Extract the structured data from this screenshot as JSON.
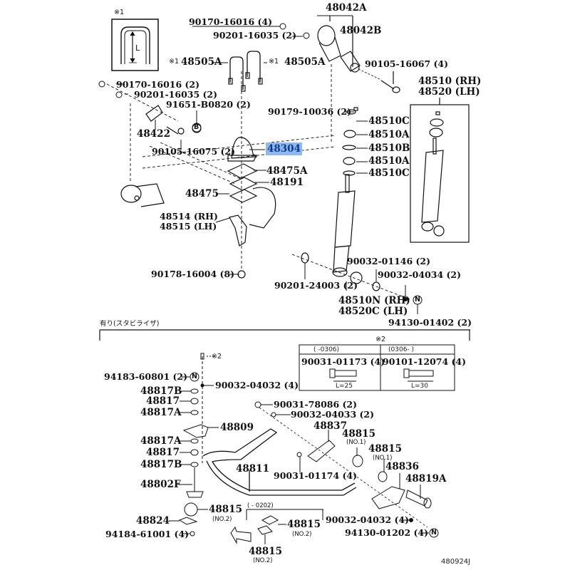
{
  "diagram": {
    "title": "Rear Spring & Shock Absorber / Stabilizer Parts Diagram",
    "diagram_code": "480924J",
    "highlighted_part": "48304",
    "highlight_color": "#8fb8f0",
    "notes": {
      "note1_mark": "※1",
      "note1_dimension": "L",
      "note2_mark": "※2",
      "stabilizer_section_title": "有り(スタビライザ)",
      "date_range_0202": "(      - 0202)"
    },
    "note2_table": {
      "columns": [
        {
          "header": "(      -0306)",
          "part": "90031-01173 (4)",
          "length": "L=25"
        },
        {
          "header": "(0306-      )",
          "part": "90101-12074 (4)",
          "length": "L=30"
        }
      ]
    },
    "upper_parts": [
      {
        "id": "48042A",
        "label": "48042A"
      },
      {
        "id": "48042B",
        "label": "48042B"
      },
      {
        "id": "90170-16016-4",
        "label": "90170-16016 (4)"
      },
      {
        "id": "90201-16035-2a",
        "label": "90201-16035 (2)"
      },
      {
        "id": "48505A-1",
        "label": "48505A",
        "prefix": "※1"
      },
      {
        "id": "48505A-2",
        "label": "48505A",
        "prefix": "※1"
      },
      {
        "id": "90105-16067",
        "label": "90105-16067 (4)"
      },
      {
        "id": "90170-16016-2",
        "label": "90170-16016 (2)"
      },
      {
        "id": "90201-16035-2b",
        "label": "90201-16035 (2)"
      },
      {
        "id": "91651-B0820",
        "label": "91651-B0820 (2)",
        "callout": "B"
      },
      {
        "id": "48422",
        "label": "48422"
      },
      {
        "id": "90105-16075",
        "label": "90105-16075 (2)"
      },
      {
        "id": "48304",
        "label": "48304"
      },
      {
        "id": "48475A",
        "label": "48475A"
      },
      {
        "id": "48191",
        "label": "48191"
      },
      {
        "id": "48475",
        "label": "48475"
      },
      {
        "id": "48514",
        "label": "48514 (RH)"
      },
      {
        "id": "48515",
        "label": "48515 (LH)"
      },
      {
        "id": "90178-16004",
        "label": "90178-16004 (8)"
      },
      {
        "id": "90179-10036",
        "label": "90179-10036 (2)"
      },
      {
        "id": "48510C-1",
        "label": "48510C"
      },
      {
        "id": "48510A-1",
        "label": "48510A"
      },
      {
        "id": "48510B",
        "label": "48510B"
      },
      {
        "id": "48510A-2",
        "label": "48510A"
      },
      {
        "id": "48510C-2",
        "label": "48510C"
      },
      {
        "id": "48510RH",
        "label": "48510 (RH)"
      },
      {
        "id": "48520LH",
        "label": "48520 (LH)"
      },
      {
        "id": "90201-24003",
        "label": "90201-24003 (2)"
      },
      {
        "id": "90032-01146",
        "label": "90032-01146 (2)"
      },
      {
        "id": "90032-04034",
        "label": "90032-04034 (2)"
      },
      {
        "id": "48510N",
        "label": "48510N (RH)"
      },
      {
        "id": "48520C",
        "label": "48520C (LH)"
      },
      {
        "id": "94130-01402",
        "label": "94130-01402 (2)",
        "callout": "N"
      }
    ],
    "stabilizer_parts": [
      {
        "id": "94183-60801",
        "label": "94183-60801 (2)",
        "callout": "N"
      },
      {
        "id": "90032-04032-a",
        "label": "90032-04032 (4)"
      },
      {
        "id": "48817B-1",
        "label": "48817B"
      },
      {
        "id": "48817-1",
        "label": "48817"
      },
      {
        "id": "48817A-1",
        "label": "48817A"
      },
      {
        "id": "48809",
        "label": "48809"
      },
      {
        "id": "48817A-2",
        "label": "48817A"
      },
      {
        "id": "48817-2",
        "label": "48817"
      },
      {
        "id": "48817B-2",
        "label": "48817B"
      },
      {
        "id": "48802F",
        "label": "48802F"
      },
      {
        "id": "48811",
        "label": "48811"
      },
      {
        "id": "48824",
        "label": "48824"
      },
      {
        "id": "48815-no2-a",
        "label": "48815",
        "sub": "(NO.2)"
      },
      {
        "id": "94184-61001",
        "label": "94184-61001 (4)"
      },
      {
        "id": "48815-no2-b",
        "label": "48815",
        "sub": "(NO.2)"
      },
      {
        "id": "48815-no2-c",
        "label": "48815",
        "sub": "(NO.2)"
      },
      {
        "id": "90031-78086",
        "label": "90031-78086 (2)"
      },
      {
        "id": "90032-04033",
        "label": "90032-04033 (2)"
      },
      {
        "id": "48837",
        "label": "48837"
      },
      {
        "id": "48815-no1-a",
        "label": "48815",
        "sub": "(NO.1)"
      },
      {
        "id": "48815-no1-b",
        "label": "48815",
        "sub": "(NO.1)"
      },
      {
        "id": "48836",
        "label": "48836"
      },
      {
        "id": "48819A",
        "label": "48819A"
      },
      {
        "id": "90031-01174",
        "label": "90031-01174 (4)"
      },
      {
        "id": "90032-04032-b",
        "label": "90032-04032 (4)"
      },
      {
        "id": "94130-01202",
        "label": "94130-01202 (4)",
        "callout": "N"
      }
    ]
  }
}
